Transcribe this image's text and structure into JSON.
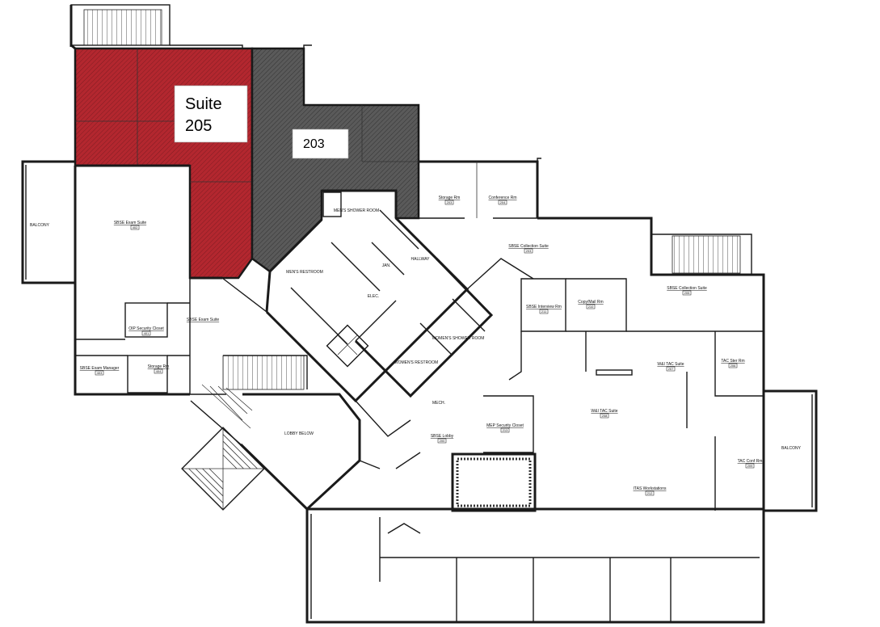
{
  "suites": {
    "s205": {
      "label_line1": "Suite",
      "label_line2": "205",
      "color": "#b3272f"
    },
    "s203": {
      "label": "203",
      "color": "#555555"
    }
  },
  "rooms": {
    "balcony_left": "BALCONY",
    "balcony_right": "BALCONY",
    "sbse_exam_suite": {
      "name": "SBSE Exam Suite",
      "num": "402"
    },
    "sbse_exam_suite_2": {
      "name": "SBSE Exam Suite",
      "num": ""
    },
    "storage_rm_top": {
      "name": "Storage Rm",
      "num": "203"
    },
    "conference_rm": {
      "name": "Conference Rm",
      "num": "204"
    },
    "sbse_collection_suite": {
      "name": "SBSE Collection Suite",
      "num": "203"
    },
    "sbse_collection_suite_2": {
      "name": "SBSE Collection Suite",
      "num": "205"
    },
    "sbse_interview_rm": {
      "name": "SBSE Interview Rm",
      "num": "211"
    },
    "copy_mail_rm": {
      "name": "Copy/Mail Rm",
      "num": "210"
    },
    "tac_ster_rm": {
      "name": "TAC Ster Rm",
      "num": "206"
    },
    "wi_tac_suite_1": {
      "name": "W&I TAC Suite",
      "num": "207"
    },
    "wi_tac_suite_2": {
      "name": "W&I TAC Suite",
      "num": "208"
    },
    "tac_conf_rm": {
      "name": "TAC Conf Rm",
      "num": "209"
    },
    "itas_workstations": {
      "name": "ITAS Workstations",
      "num": "212"
    },
    "mep_security_closet": {
      "name": "MEP Security Closet",
      "num": "213"
    },
    "sbse_lobby": {
      "name": "SBSE Lobby",
      "num": "200"
    },
    "oip_security_closet": {
      "name": "OIP Security Closet",
      "num": "401"
    },
    "sbse_exam_manager": {
      "name": "SBSE Exam Manager",
      "num": "403"
    },
    "storage_rm_left": {
      "name": "Storage Rm",
      "num": "404"
    },
    "lobby_below": "LOBBY BELOW",
    "mens_restroom": "MEN'S RESTROOM",
    "mens_shower": "MEN'S SHOWER ROOM",
    "womens_restroom": "WOMEN'S RESTROOM",
    "womens_shower": "WOMEN'S SHOWER ROOM",
    "hallway": "HALLWAY",
    "elec": "ELEC.",
    "jan": "JAN.",
    "mech": "MECH."
  }
}
